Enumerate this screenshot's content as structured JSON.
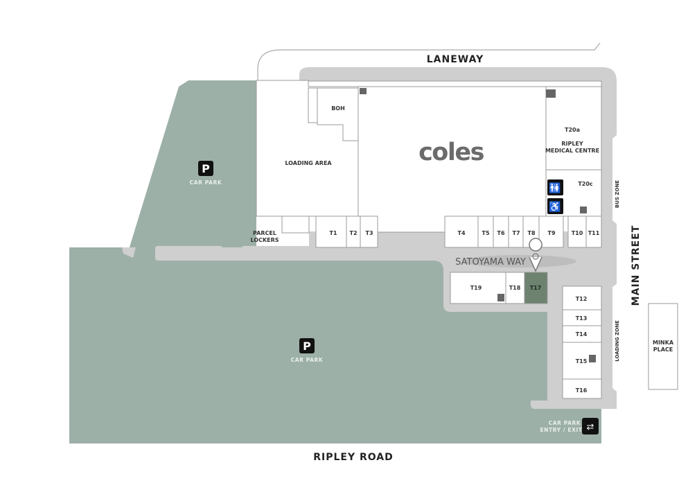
{
  "roads": {
    "top": "LANEWAY",
    "bottom": "RIPLEY ROAD",
    "right": "MAIN STREET",
    "walkway": "SATOYAMA WAY",
    "bus_zone": "BUS ZONE",
    "loading_zone": "LOADING ZONE"
  },
  "anchor": {
    "name": "coles",
    "brand_color": "#6b6b6b"
  },
  "areas": {
    "car_park_label": "CAR PARK",
    "car_park_icon": "P",
    "loading_area": "LOADING AREA",
    "boh": "BOH",
    "parcel_lockers": [
      "PARCEL",
      "LOCKERS"
    ],
    "medical": [
      "RIPLEY",
      "MEDICAL CENTRE"
    ],
    "minka": [
      "MINKA",
      "PLACE"
    ],
    "entry_exit": [
      "CAR PARK",
      "ENTRY / EXIT"
    ]
  },
  "tenants": [
    "T1",
    "T2",
    "T3",
    "T4",
    "T5",
    "T6",
    "T7",
    "T8",
    "T9",
    "T10",
    "T11",
    "T12",
    "T13",
    "T14",
    "T15",
    "T16",
    "T17",
    "T18",
    "T19",
    "T20a",
    "T20c"
  ],
  "highlighted_tenant": "T17",
  "colors": {
    "car_park": "#9db0a8",
    "highlight": "#6e8270",
    "road": "#cfcfcf"
  },
  "icons": [
    "parking-icon",
    "toilets-icon",
    "accessible-icon",
    "location-pin-icon",
    "entry-exit-arrows-icon",
    "stairs-icon"
  ]
}
